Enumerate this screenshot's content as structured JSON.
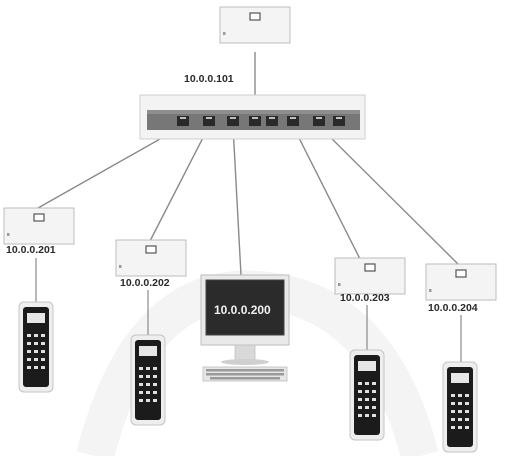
{
  "network": {
    "top_controller_ip": "10.0.0.101",
    "pc_ip": "10.0.0.200",
    "controllers": [
      {
        "ip": "10.0.0.201"
      },
      {
        "ip": "10.0.0.202"
      },
      {
        "ip": "10.0.0.203"
      },
      {
        "ip": "10.0.0.204"
      }
    ]
  }
}
